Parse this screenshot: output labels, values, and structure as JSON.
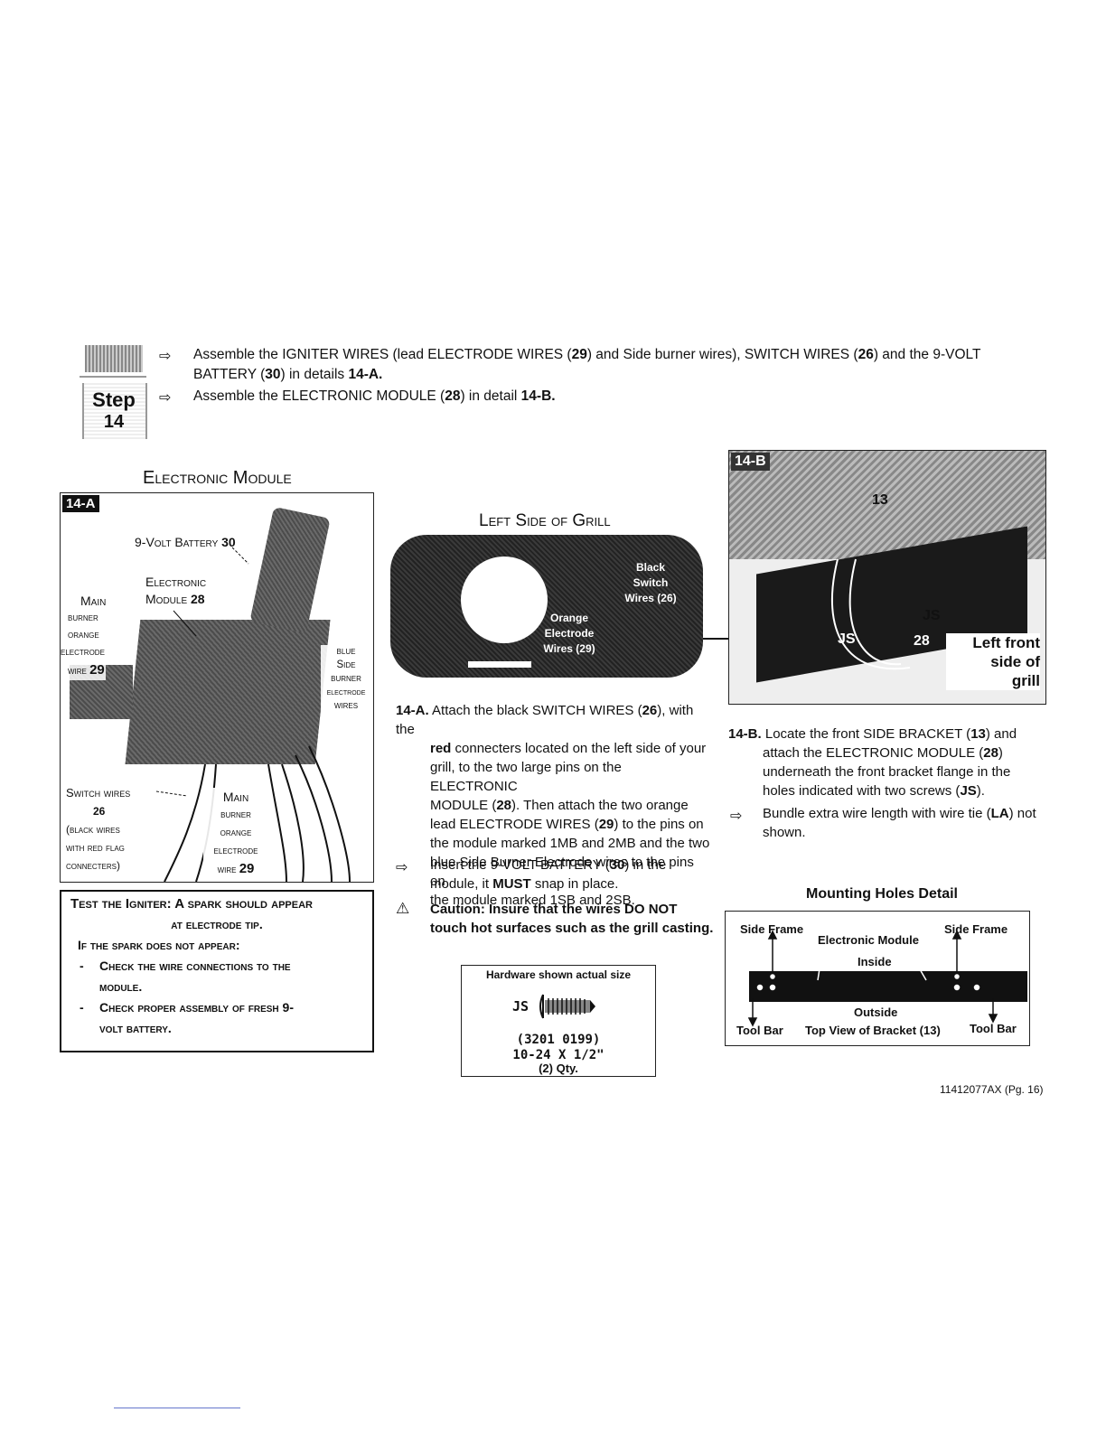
{
  "step": {
    "word": "Step",
    "number": "14"
  },
  "intro": {
    "line1a": "Assemble the IGNITER WIRES (lead ELECTRODE WIRES (",
    "line1b": "29",
    "line1c": ") and Side burner wires), SWITCH WIRES (",
    "line1d": "26",
    "line1e": ") and the 9-VOLT",
    "line2a": "BATTERY (",
    "line2b": "30",
    "line2c": ") in details ",
    "line2d": "14-A.",
    "line3a": "Assemble the ELECTRONIC MODULE (",
    "line3b": "28",
    "line3c": ") in detail ",
    "line3d": "14-B."
  },
  "fig_a": {
    "heading": "Electronic Module",
    "tag": "14-A",
    "battery_label": "9-Volt Battery",
    "battery_num": "30",
    "module_label1": "Electronic",
    "module_label2": "Module",
    "module_num": "28",
    "main_burner": [
      "Main",
      "burner",
      "orange",
      "electrode",
      "wire"
    ],
    "main_burner_num": "29",
    "blue_side": [
      "blue",
      "Side",
      "burner",
      "electrode",
      "wires"
    ],
    "switch_wires": "Switch wires",
    "switch_num": "26",
    "switch_sub": [
      "(black wires",
      "with red flag",
      "connecters)"
    ],
    "main_burner2": [
      "Main",
      "burner",
      "orange",
      "electrode",
      "wire"
    ],
    "main_burner2_num": "29"
  },
  "test_box": {
    "line1": "Test the Igniter:  A spark should appear",
    "line2": "at electrode tip.",
    "line3": "If the spark does not appear:",
    "bullet1a": "Check the wire connections to the",
    "bullet1b": "module.",
    "bullet2a": "Check proper assembly of fresh 9-",
    "bullet2b": "volt battery."
  },
  "fig_mid": {
    "heading": "Left Side of Grill",
    "black_switch": [
      "Black",
      "Switch",
      "Wires (26)"
    ],
    "orange_electrode": [
      "Orange",
      "Electrode",
      "Wires (29)"
    ]
  },
  "step_a": {
    "label": "14-A.",
    "t1": "Attach the black SWITCH WIRES (",
    "n1": "26",
    "t2": "), with the",
    "red": "red",
    "t3": " connecters located on the left side of your",
    "t4": "grill, to the two large pins on the ELECTRONIC",
    "t5": "MODULE (",
    "n2": "28",
    "t6": "). Then attach the two orange",
    "t7": "lead ELECTRODE WIRES (",
    "n3": "29",
    "t8": ") to the pins on",
    "t9": "the module marked 1MB and 2MB and the two",
    "t10": "blue Side Burner Electrode wires to the pins on",
    "t11": "the module marked 1SB and 2SB.",
    "b1a": "Insert the 9-VOLT BATTERY (",
    "b1n": "30",
    "b1b": ") in the",
    "b1c": "module, it ",
    "b1must": "MUST",
    "b1d": " snap in place.",
    "caution1": "Caution:  Insure that the wires DO NOT",
    "caution2": "touch hot surfaces such as the grill casting."
  },
  "hardware": {
    "title": "Hardware shown actual size",
    "code": "JS",
    "part": "(3201 0199)",
    "size": "10-24 X 1/2\"",
    "qty": "(2) Qty."
  },
  "fig_b": {
    "tag": "14-B",
    "n13": "13",
    "js1": "JS",
    "js2": "JS",
    "n28": "28",
    "caption": [
      "Left front",
      "side of",
      "grill"
    ]
  },
  "step_b": {
    "label": "14-B.",
    "t1": "Locate the front SIDE BRACKET (",
    "n1": "13",
    "t2": ") and",
    "t3": "attach the ELECTRONIC MODULE (",
    "n2": "28",
    "t4": ")",
    "t5": "underneath the front bracket flange in the",
    "t6": "holes indicated with two screws (",
    "n3": "JS",
    "t7": ").",
    "b1": "Bundle extra wire length with wire tie (",
    "b1n": "LA",
    "b1b": ") not",
    "b1c": "shown."
  },
  "mount": {
    "title": "Mounting Holes Detail",
    "side_frame_l": "Side Frame",
    "side_frame_r": "Side Frame",
    "module": "Electronic Module",
    "inside": "Inside",
    "outside": "Outside",
    "tool_bar_l": "Tool Bar",
    "tool_bar_r": "Tool Bar",
    "bracket": "Top View of Bracket (13)"
  },
  "footer": "11412077AX (Pg. 16)"
}
